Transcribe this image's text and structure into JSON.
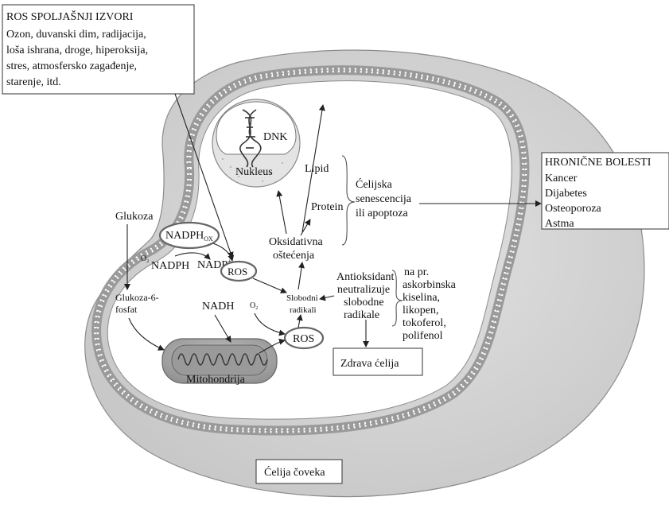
{
  "external_sources": {
    "title": "ROS SPOLJAŠNJI IZVORI",
    "lines": [
      "Ozon, duvanski dim, radijacija,",
      "loša ishrana, droge, hiperoksija,",
      "stres, atmosfersko zagađenje,",
      "starenje, itd."
    ]
  },
  "chronic": {
    "title": "HRONIČNE BOLESTI",
    "items": [
      "Kancer",
      "Dijabetes",
      "Osteoporoza",
      "Astma"
    ]
  },
  "labels": {
    "dnk": "DNK",
    "nucleus": "Nukleus",
    "lipid": "Lipid",
    "protein": "Protein",
    "senescence": [
      "Ćelijska",
      "senescencija",
      "ili apoptoza"
    ],
    "glucose": "Glukoza",
    "nadph_ox": "NADPH",
    "nadph_ox_sub": "OX",
    "o2": "O",
    "o2_sub": "2",
    "nadph": "NADPH",
    "nadp": "NADP",
    "nadp_sup": "+",
    "ros": "ROS",
    "oxidative": [
      "Oksidativna",
      "oštećenja"
    ],
    "antioxidant": [
      "Antioksidant",
      "neutralizuje",
      "slobodne",
      "radikale"
    ],
    "examples": [
      "na pr.",
      "askorbinska",
      "kiselina,",
      "likopen,",
      "tokoferol,",
      "polifenol"
    ],
    "free_radicals": [
      "Slobodni",
      "radikali"
    ],
    "glucose6p": [
      "Glukoza-6-",
      "fosfat"
    ],
    "nadh": "NADH",
    "mitochondria": "Mitohondrija",
    "healthy": "Zdrava ćelija",
    "cell": "Ćelija čoveka"
  },
  "colors": {
    "cell_outer": "#d2d2d2",
    "cell_edge": "#8c8c8c",
    "membrane_head": "#ffffff",
    "membrane_band": "#9a9a9a",
    "nucleus_fill": "#e4e4e4",
    "mito_fill": "#a8a8a8",
    "oval_stroke": "#666666"
  },
  "icons": [
    "dna-helix-icon",
    "mitochondrion-icon"
  ]
}
